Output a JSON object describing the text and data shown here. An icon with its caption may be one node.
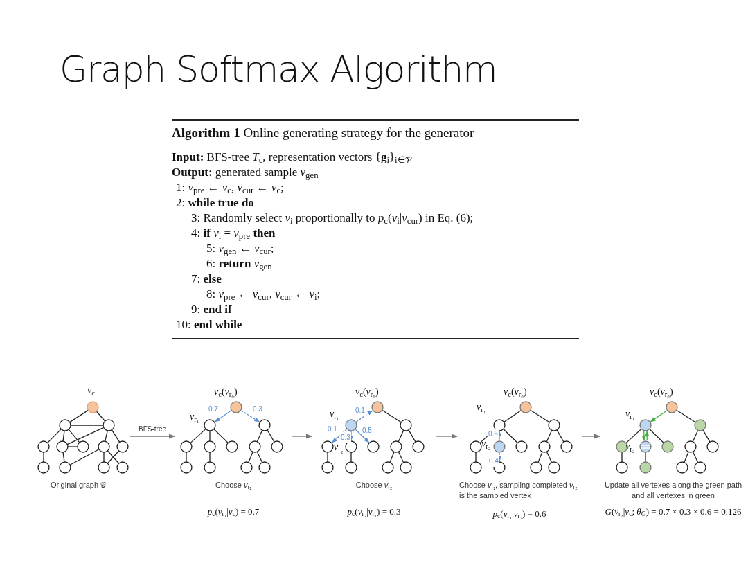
{
  "diagram": {
    "title": "Graph Softmax Algorithm",
    "nodes": [
      {
        "text": [
          "**Algorithm 1** Online generating strategy for the generator",
          "**Input:** BFS-tree *T*$_{c}$, representation vectors {**g**$_{i}$}$_{i∈𝒱}$",
          "**Output:** generated sample *v*$_{gen}$",
          "1: *v*$_{pre}$ ← *v*$_{c}$, *v*$_{cur}$ ← *v*$_{c}$;",
          "2: **while true do**",
          "3: Randomly select *v*$_{i}$ proportionally to *p*$_{c}$(*v*$_{i}$|*v*$_{cur}$) in Eq. (6);",
          "4: **if** *v*$_{i}$ = *v*$_{pre}$ **then**",
          "5: *v*$_{gen}$ ← *v*$_{cur}$;",
          "6: **return** *v*$_{gen}$",
          "7: **else**",
          "8: *v*$_{pre}$ ← *v*$_{cur}$, *v*$_{cur}$ ← *v*$_{i}$;",
          "9: **end if**",
          "10: **end while**"
        ]
      },
      {
        "text": [
          "Original graph 𝒢"
        ]
      },
      {
        "text": [
          "Choose *v*$_{r₁}$",
          "*p*$_{c}$(*v*$_{r₁}$|*v*$_{c}$) = 0.7"
        ]
      },
      {
        "text": [
          "Choose *v*$_{r₂}$",
          "*p*$_{c}$(*v*$_{r₂}$|*v*$_{r₁}$) = 0.3"
        ]
      },
      {
        "text": [
          "Choose *v*$_{r₁}$, sampling completed *v*$_{r₂}$ is the sampled vertex",
          "*p*$_{c}$(*v*$_{r₁}$|*v*$_{r₂}$) = 0.6"
        ]
      },
      {
        "text": [
          "Update all vertexes along the green path and all vertexes in green",
          "*G*(*v*$_{r₂}$|*v*$_{c}$; *θ*$_{G}$) = 0.7 × 0.3 × 0.6 = 0.126"
        ]
      }
    ],
    "edges": [
      {
        "from": 1,
        "to": 2,
        "arrow": "to",
        "label": "BFS-tree"
      },
      {
        "from": 2,
        "to": 3,
        "arrow": "to"
      },
      {
        "from": 3,
        "to": 4,
        "arrow": "to"
      },
      {
        "from": 4,
        "to": 5,
        "arrow": "to"
      }
    ],
    "labels": [
      "*v*$_{c}$",
      "*v*$_{c}$(*v*$_{r₀}$)",
      "0.7",
      "0.3",
      "*v*$_{r₁}$",
      "*v*$_{c}$(*v*$_{r₀}$)",
      "*v*$_{r₁}$",
      "0.1",
      "0.1",
      "0.3",
      "0.5",
      "*v*$_{r₂}$",
      "*v*$_{c}$(*v*$_{r₀}$)",
      "*v*$_{r₁}$",
      "0.6",
      "*v*$_{r₂}$",
      "0.4",
      "*v*$_{c}$(*v*$_{r₀}$)",
      "*v*$_{r₁}$",
      "*v*$_{r₂}$"
    ]
  }
}
